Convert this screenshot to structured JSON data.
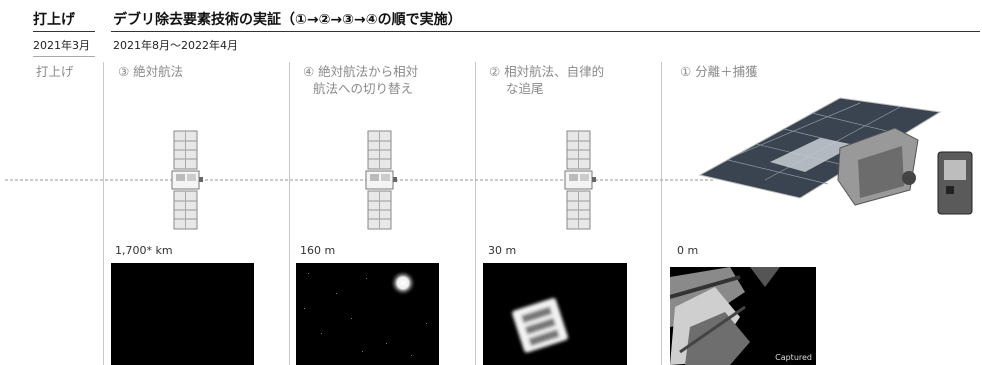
{
  "header": {
    "launch_label": "打上げ",
    "main_title": "デブリ除去要素技術の実証（①→②→③→④の順で実施）",
    "launch_date": "2021年3月",
    "period": "2021年8月～2022年4月"
  },
  "phases": [
    {
      "label_line1": "打上げ",
      "label_line2": ""
    },
    {
      "label_line1": "③ 絶対航法",
      "label_line2": "",
      "distance": "1,700* km"
    },
    {
      "label_line1": "④ 絶対航法から相対",
      "label_line2": "航法への切り替え",
      "distance": "160 m"
    },
    {
      "label_line1": "② 相対航法、自律的",
      "label_line2": "な追尾",
      "distance": "30 m"
    },
    {
      "label_line1": "① 分離＋捕獲",
      "label_line2": "",
      "distance": "0 m"
    }
  ],
  "photo_caption": "Captured",
  "colors": {
    "guide_line": "#9a9a9a",
    "separator": "#c9c9c9",
    "phase_text": "#8a8a8a"
  }
}
